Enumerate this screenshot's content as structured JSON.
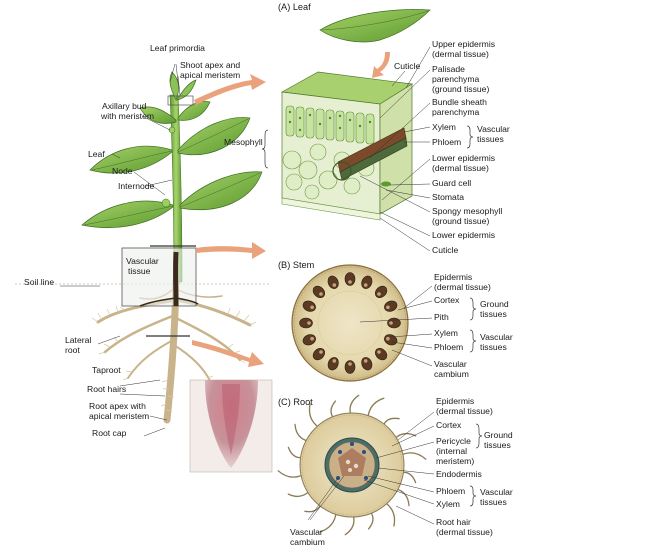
{
  "plant": {
    "leaf_primordia": "Leaf primordia",
    "shoot_apex": "Shoot apex and",
    "apical_meristem": "apical meristem",
    "axillary_bud": "Axillary bud",
    "with_meristem": "with meristem",
    "leaf": "Leaf",
    "node": "Node",
    "internode": "Internode",
    "vascular": "Vascular",
    "tissue": "tissue",
    "soil_line": "Soil line",
    "lateral": "Lateral",
    "root": "root",
    "taproot": "Taproot",
    "root_hairs": "Root hairs",
    "root_apex_with": "Root apex with",
    "apical_meristem_root": "apical meristem",
    "root_cap": "Root cap"
  },
  "panel_a": {
    "letter": "(A)",
    "title": "Leaf",
    "cuticle_top": "Cuticle",
    "mesophyll": "Mesophyll",
    "upper_epidermis": "Upper epidermis",
    "dermal_tissue_1": "(dermal tissue)",
    "palisade": "Palisade",
    "parenchyma": "parenchyma",
    "ground_tissue_1": "(ground tissue)",
    "bundle_sheath": "Bundle sheath",
    "parenchyma_2": "parenchyma",
    "xylem": "Xylem",
    "phloem": "Phloem",
    "vascular": "Vascular",
    "tissues": "tissues",
    "lower_epidermis": "Lower epidermis",
    "dermal_tissue_2": "(dermal tissue)",
    "guard_cell": "Guard cell",
    "stomata": "Stomata",
    "spongy": "Spongy mesophyll",
    "ground_tissue_2": "(ground tissue)",
    "lower_epidermis_2": "Lower epidermis",
    "cuticle_bottom": "Cuticle"
  },
  "panel_b": {
    "letter": "(B)",
    "title": "Stem",
    "epidermis": "Epidermis",
    "dermal_tissue": "(dermal tissue)",
    "cortex": "Cortex",
    "pith": "Pith",
    "ground": "Ground",
    "tissues_g": "tissues",
    "xylem": "Xylem",
    "phloem": "Phloem",
    "vascular": "Vascular",
    "tissues_v": "tissues",
    "vascular_cambium_1": "Vascular",
    "vascular_cambium_2": "cambium"
  },
  "panel_c": {
    "letter": "(C)",
    "title": "Root",
    "epidermis": "Epidermis",
    "dermal_tissue": "(dermal tissue)",
    "cortex": "Cortex",
    "pericycle": "Pericycle",
    "internal": "(internal",
    "meristem": "meristem)",
    "ground": "Ground",
    "tissues_g": "tissues",
    "endodermis": "Endodermis",
    "phloem": "Phloem",
    "xylem": "Xylem",
    "vascular": "Vascular",
    "tissues_v": "tissues",
    "root_hair": "Root hair",
    "dermal_tissue_2": "(dermal tissue)",
    "vascular_cambium_1": "Vascular",
    "vascular_cambium_2": "cambium"
  },
  "colors": {
    "leaf_green": "#7fb84a",
    "dark_green": "#4e8a2c",
    "stem_green": "#8fc05a",
    "root_tan": "#d8c39a",
    "arrow_salmon": "#e9a27c",
    "tissue_brown": "#6b4a2e",
    "root_tip_pink": "#c98a92"
  }
}
